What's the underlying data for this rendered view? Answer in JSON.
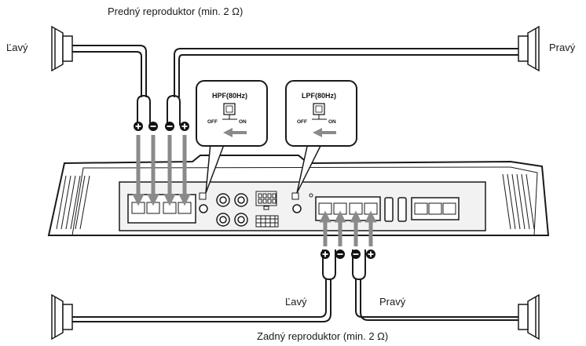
{
  "labels": {
    "front_title": "Predný reproduktor (min. 2 Ω)",
    "rear_title": "Zadný reproduktor (min. 2 Ω)",
    "front_left": "Ľavý",
    "front_right": "Pravý",
    "rear_left": "Ľavý",
    "rear_right": "Pravý"
  },
  "filters": {
    "hpf": {
      "title": "HPF(80Hz)",
      "off": "OFF",
      "on": "ON"
    },
    "lpf": {
      "title": "LPF(80Hz)",
      "off": "OFF",
      "on": "ON"
    }
  },
  "terminals": {
    "front": [
      "+",
      "−",
      "−",
      "+"
    ],
    "rear": [
      "+",
      "−",
      "−",
      "+"
    ]
  },
  "colors": {
    "line": "#1a1a1a",
    "arrow": "#8a8a8a",
    "panel": "#f2f2f2"
  }
}
